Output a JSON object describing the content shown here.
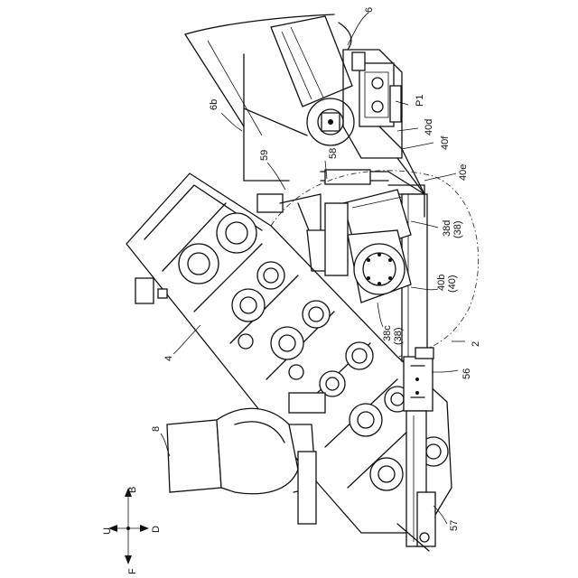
{
  "labels": {
    "l6": "6",
    "l6b": "6b",
    "lP1": "P1",
    "l40d": "40d",
    "l40f": "40f",
    "l40e": "40e",
    "l59": "59",
    "l58": "58",
    "l38d": "38d",
    "l38d_paren": "(38)",
    "l40b": "40b",
    "l40b_paren": "(40)",
    "l38c": "38c",
    "l38c_paren": "(38)",
    "l4": "4",
    "l2": "2",
    "l56": "56",
    "l8": "8",
    "l57": "57"
  },
  "compass": {
    "up": "U",
    "down": "D",
    "back": "B",
    "front": "F"
  }
}
